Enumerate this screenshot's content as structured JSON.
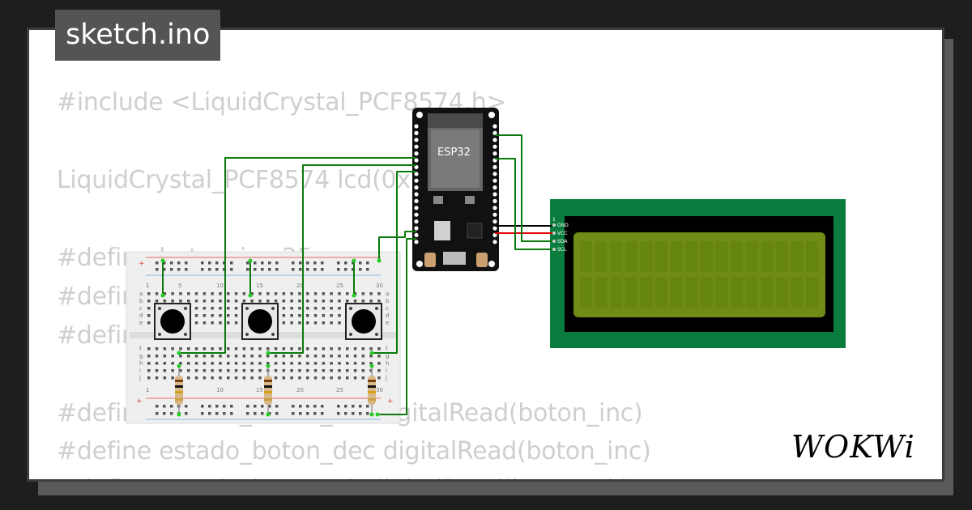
{
  "file_tab": {
    "title": "sketch.ino"
  },
  "code_lines": [
    "#include <LiquidCrystal_PCF8574.h>",
    "LiquidCrystal_PCF8574 lcd(0x27);",
    "#define boton_inc 25",
    "#define boton_dec 26",
    "#define boton_ok 27",
    "#define estado_boton_inc digitalRead(boton_inc)",
    "#define estado_boton_dec digitalRead(boton_inc)",
    "#define estado_boton_ok digitalRead(boton_ok)"
  ],
  "esp32": {
    "label": "ESP32"
  },
  "lcd": {
    "pins": [
      "GND",
      "VCC",
      "SDA",
      "SCL"
    ],
    "pin1_marker": "1"
  },
  "breadboard": {
    "column_numbers": [
      "1",
      "5",
      "10",
      "15",
      "20",
      "25",
      "30"
    ],
    "row_letters_top": [
      "a",
      "b",
      "c",
      "d",
      "e"
    ],
    "row_letters_bottom": [
      "f",
      "g",
      "h",
      "i",
      "j"
    ]
  },
  "brand": {
    "name": "WOKWi"
  },
  "colors": {
    "wire_green": "#0b7a0b",
    "wire_red": "#e00000",
    "wire_black": "#000000",
    "lcd_board": "#0a7d3e",
    "lcd_screen": "#6f8c16"
  }
}
